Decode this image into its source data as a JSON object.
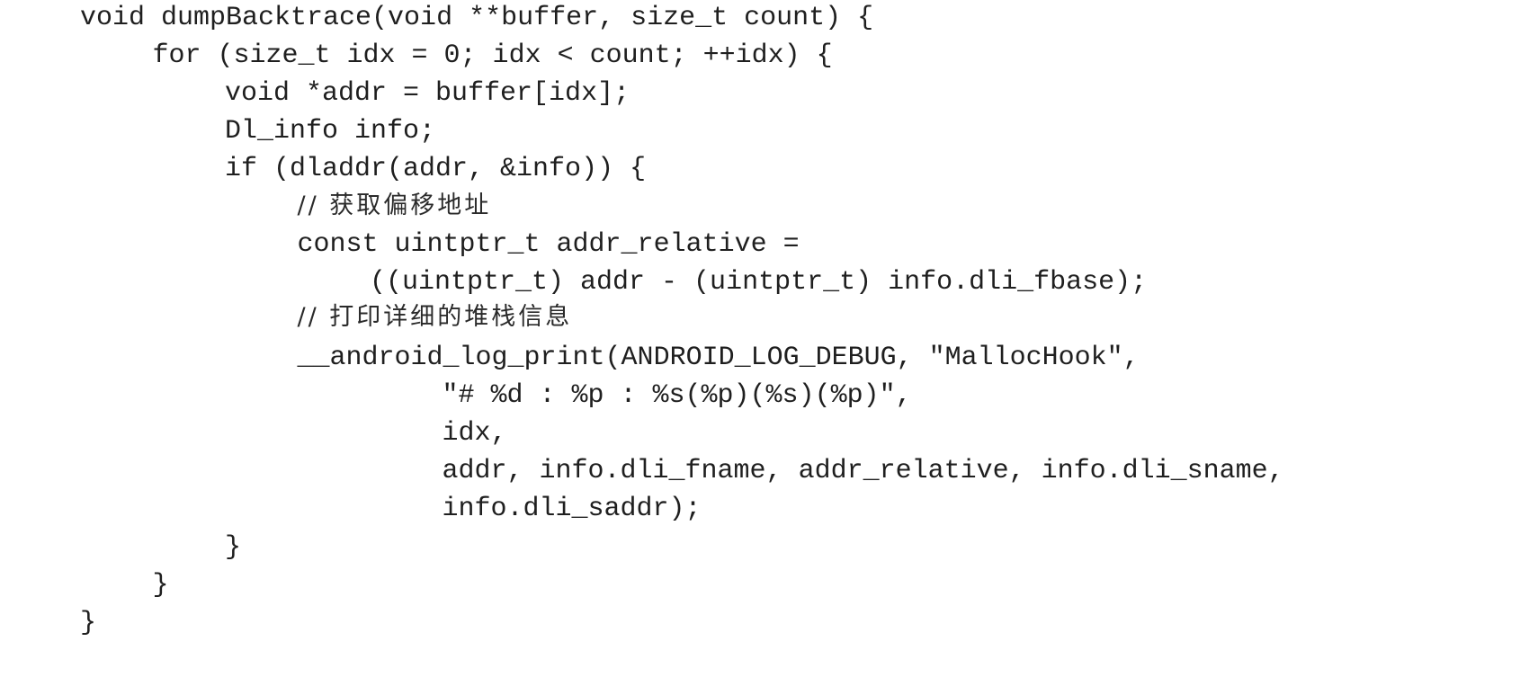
{
  "code": {
    "lines": [
      "void dumpBacktrace(void **buffer, size_t count) {",
      "for (size_t idx = 0; idx < count; ++idx) {",
      "void *addr = buffer[idx];",
      "Dl_info info;",
      "if (dladdr(addr, &info)) {",
      "// 获取偏移地址",
      "const uintptr_t addr_relative =",
      "((uintptr_t) addr - (uintptr_t) info.dli_fbase);",
      "// 打印详细的堆栈信息",
      "__android_log_print(ANDROID_LOG_DEBUG, \"MallocHook\",",
      "\"# %d : %p : %s(%p)(%s)(%p)\",",
      "idx,",
      "addr, info.dli_fname, addr_relative, info.dli_sname,",
      "info.dli_saddr);",
      "}",
      "}",
      "}"
    ]
  }
}
